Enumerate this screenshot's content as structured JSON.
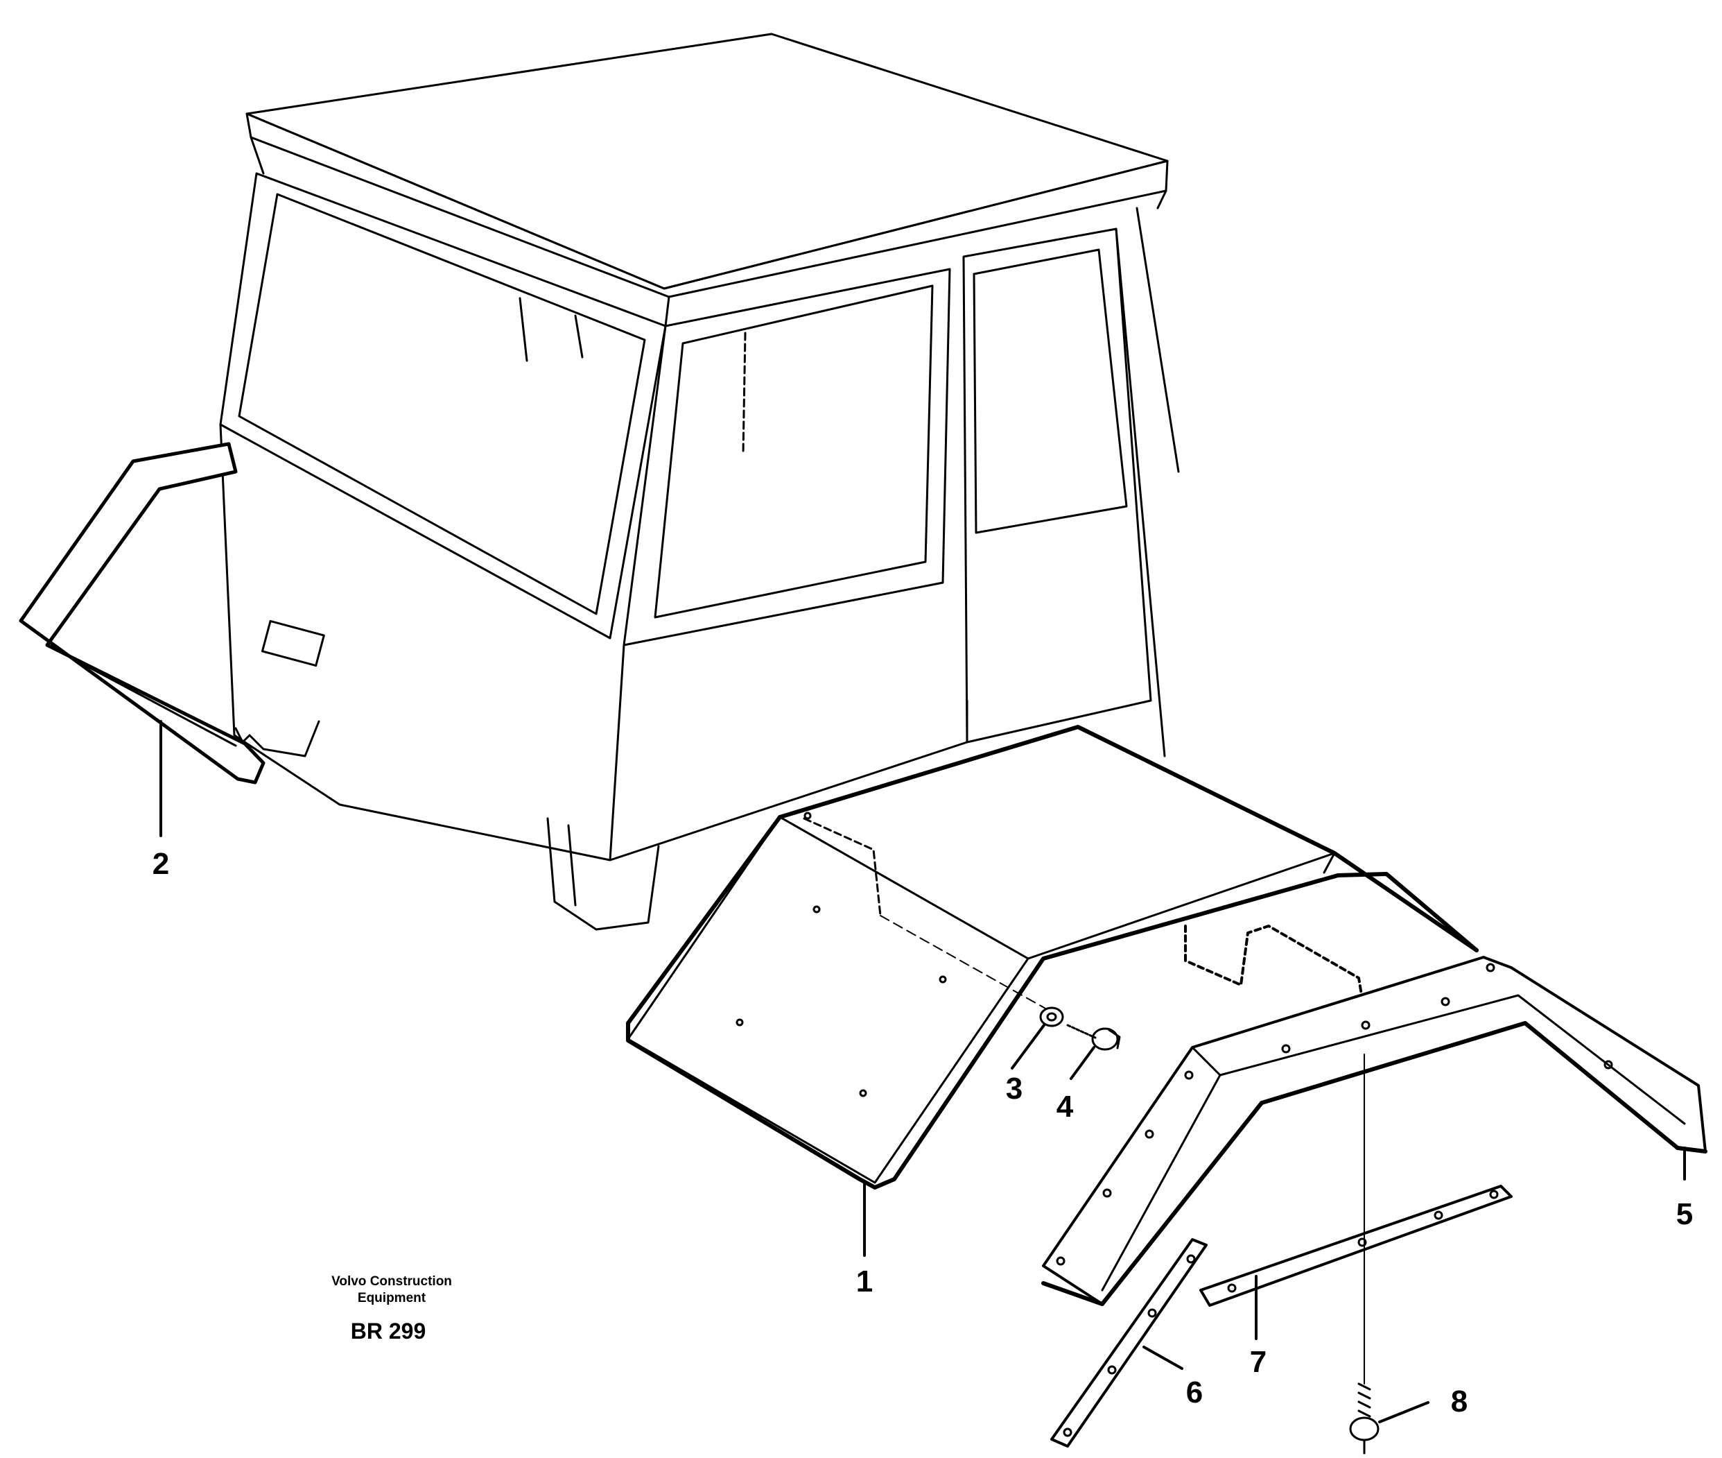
{
  "callouts": [
    {
      "id": "1",
      "text": "1",
      "part": "fender-front"
    },
    {
      "id": "2",
      "text": "2",
      "part": "fender-rear"
    },
    {
      "id": "3",
      "text": "3",
      "part": "washer"
    },
    {
      "id": "4",
      "text": "4",
      "part": "screw"
    },
    {
      "id": "5",
      "text": "5",
      "part": "fender-extension"
    },
    {
      "id": "6",
      "text": "6",
      "part": "strip-short"
    },
    {
      "id": "7",
      "text": "7",
      "part": "strip-long"
    },
    {
      "id": "8",
      "text": "8",
      "part": "bolt"
    }
  ],
  "caption": {
    "line1": "Volvo Construction",
    "line2": "Equipment",
    "code": "BR 299"
  }
}
